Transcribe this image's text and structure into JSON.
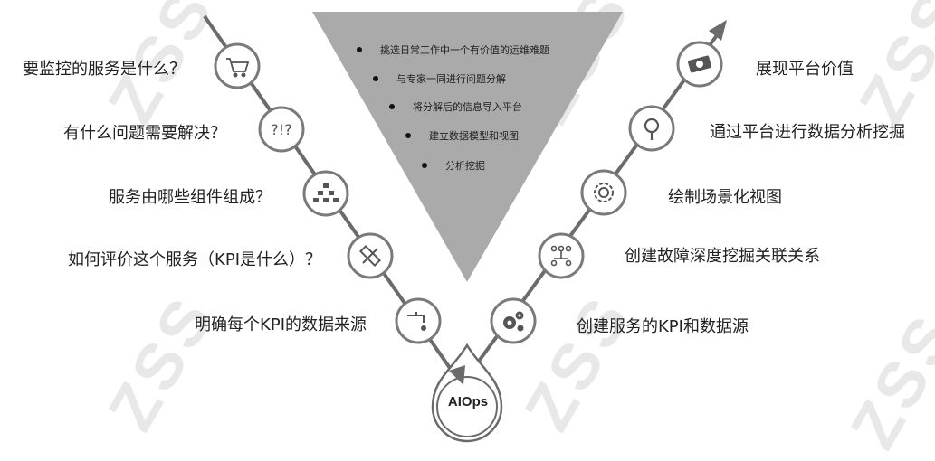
{
  "watermark": "ZSS",
  "center": {
    "label": "AIOps"
  },
  "funnel": {
    "bullets": [
      "挑选日常工作中一个有价值的运维难题",
      "与专家一同进行问题分解",
      "将分解后的信息导入平台",
      "建立数据模型和视图",
      "分析挖掘"
    ]
  },
  "left_steps": [
    {
      "label": "要监控的服务是什么？",
      "icon": "shopping-cart-icon"
    },
    {
      "label": "有什么问题需要解决？",
      "icon": "question-marks-icon"
    },
    {
      "label": "服务由哪些组件组成？",
      "icon": "hierarchy-icon"
    },
    {
      "label": "如何评价这个服务（KPI是什么）？",
      "icon": "ruler-pencil-icon"
    },
    {
      "label": "明确每个KPI的数据来源",
      "icon": "faucet-icon"
    }
  ],
  "right_steps": [
    {
      "label": "展现平台价值",
      "icon": "money-icon"
    },
    {
      "label": "通过平台进行数据分析挖掘",
      "icon": "magnifier-icon"
    },
    {
      "label": "绘制场景化视图",
      "icon": "spiral-icon"
    },
    {
      "label": "创建故障深度挖掘关联关系",
      "icon": "network-icon"
    },
    {
      "label": "创建服务的KPI和数据源",
      "icon": "gears-icon"
    }
  ],
  "colors": {
    "line": "#6b6b6b",
    "funnel": "#aaaaaa",
    "circle_stroke": "#7a7a7a",
    "icon": "#555555",
    "band": "#eef0e8"
  }
}
